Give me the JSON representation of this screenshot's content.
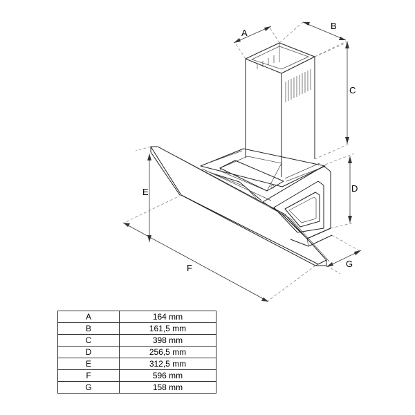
{
  "dimension_labels": {
    "a": "A",
    "b": "B",
    "c": "C",
    "d": "D",
    "e": "E",
    "f": "F",
    "g": "G"
  },
  "dimension_table": [
    {
      "label": "A",
      "value": "164 mm"
    },
    {
      "label": "B",
      "value": "161,5 mm"
    },
    {
      "label": "C",
      "value": "398 mm"
    },
    {
      "label": "D",
      "value": "256,5 mm"
    },
    {
      "label": "E",
      "value": "312,5 mm"
    },
    {
      "label": "F",
      "value": "596 mm"
    },
    {
      "label": "G",
      "value": "158 mm"
    }
  ]
}
